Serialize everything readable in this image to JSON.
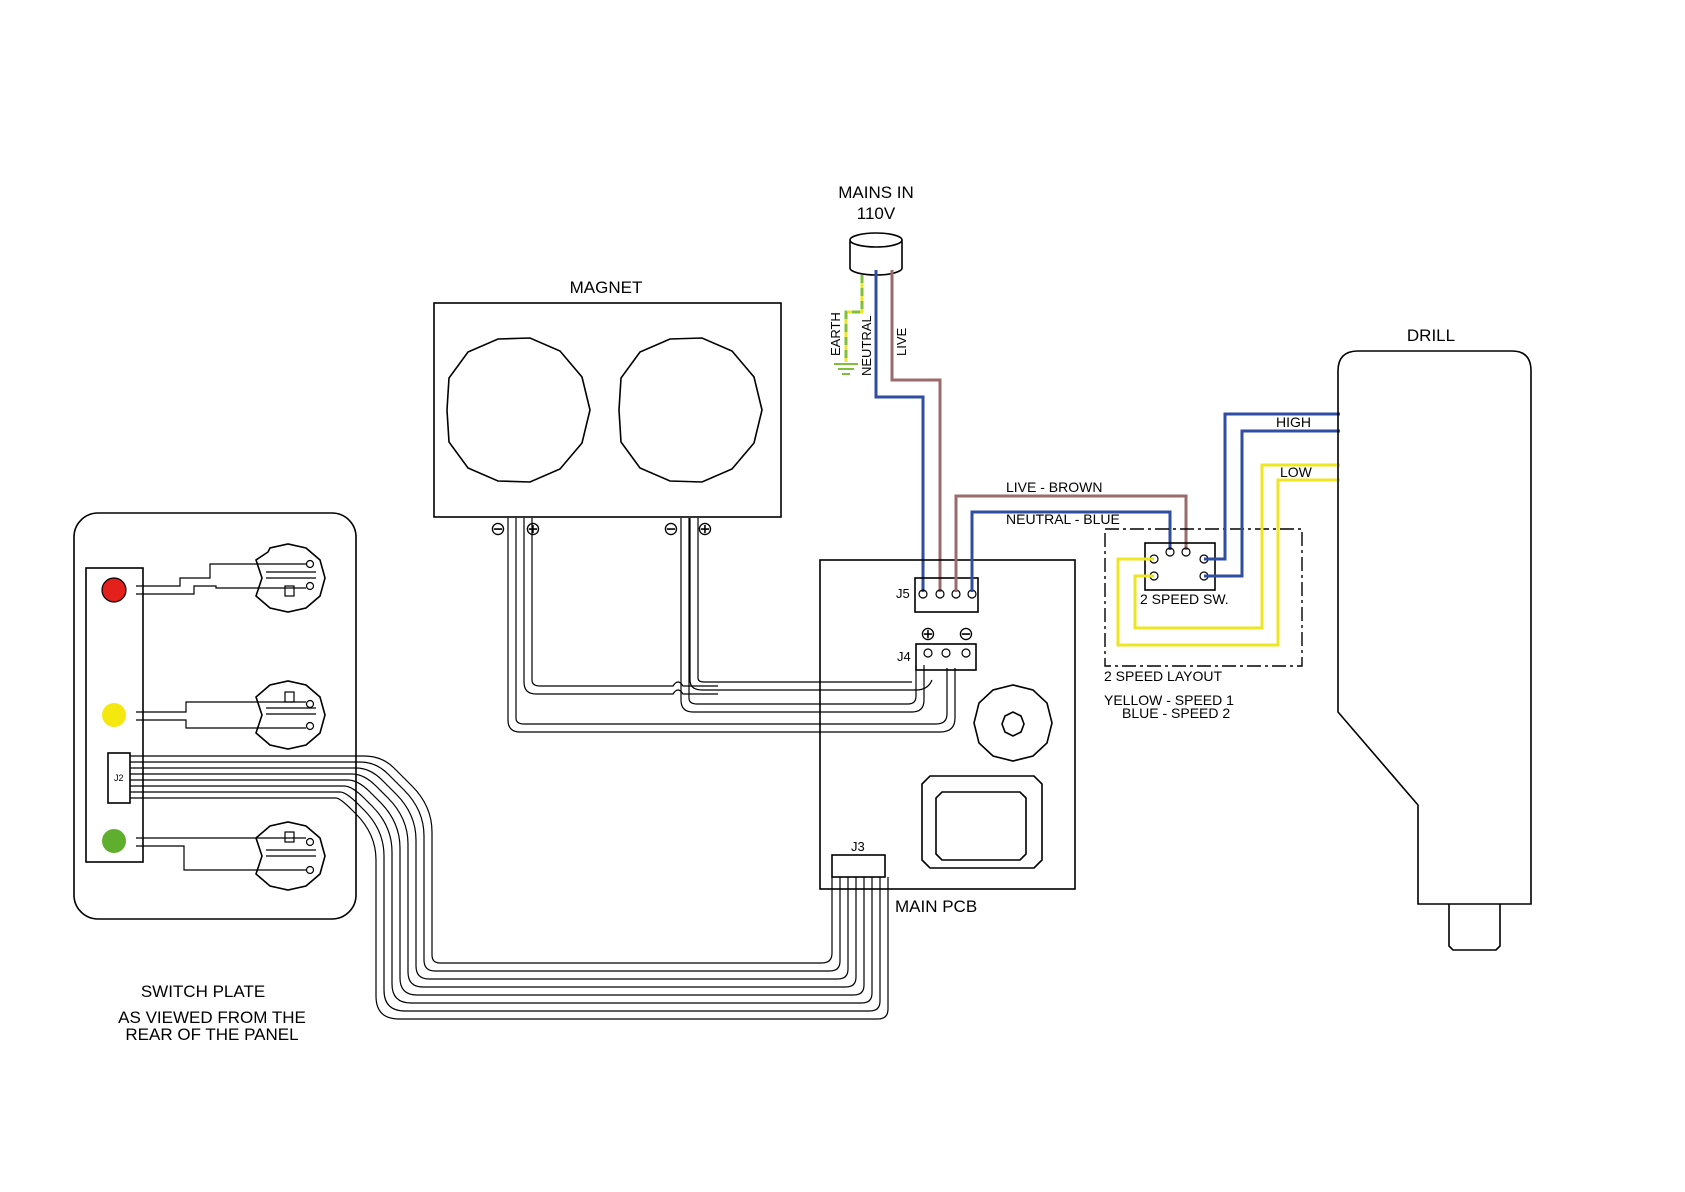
{
  "labels": {
    "mains_in": "MAINS IN",
    "voltage": "110V",
    "magnet": "MAGNET",
    "drill": "DRILL",
    "earth": "EARTH",
    "neutral": "NEUTRAL",
    "live": "LIVE",
    "live_brown": "LIVE - BROWN",
    "neutral_blue": "NEUTRAL - BLUE",
    "high": "HIGH",
    "low": "LOW",
    "two_speed_sw": "2 SPEED SW.",
    "two_speed_layout": "2 SPEED LAYOUT",
    "yellow_speed_1": "YELLOW - SPEED 1",
    "blue_speed_2": "BLUE - SPEED 2",
    "j2": "J2",
    "j3": "J3",
    "j4": "J4",
    "j5": "J5",
    "main_pcb": "MAIN PCB",
    "switch_plate": "SWITCH PLATE",
    "switch_plate_note_1": "AS VIEWED FROM THE",
    "switch_plate_note_2": "REAR OF THE PANEL",
    "minus_symbol": "⊖",
    "plus_symbol": "⊕"
  },
  "colors": {
    "wire_blue": "#2e4da3",
    "wire_brown": "#9b6b6b",
    "wire_yellow": "#ece623",
    "wire_earth": "#7fbf3a",
    "led_red": "#e3201b",
    "led_yellow": "#f5e80f",
    "led_green": "#5fae2e"
  },
  "indicators": [
    {
      "name": "red-indicator-lamp",
      "color": "red"
    },
    {
      "name": "yellow-indicator-lamp",
      "color": "yellow"
    },
    {
      "name": "green-indicator-lamp",
      "color": "green"
    }
  ]
}
